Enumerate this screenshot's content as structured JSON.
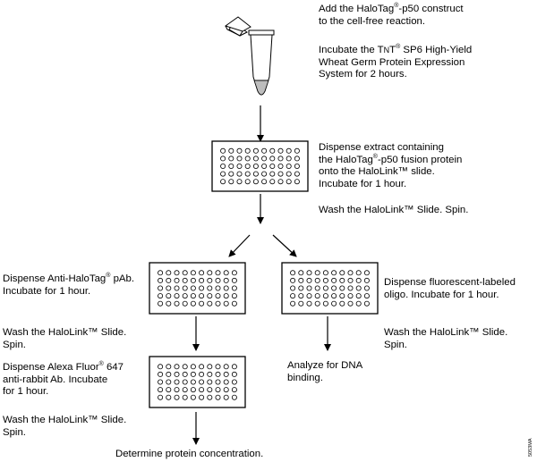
{
  "steps": {
    "s1": {
      "l1a": "Add the HaloTag",
      "l1r": "®",
      "l1b": "-p50 construct",
      "l2": "to the cell-free reaction."
    },
    "s2": {
      "l1a": "Incubate the T",
      "l1n": "N",
      "l1t": "T",
      "l1r": "®",
      "l1b": " SP6 High-Yield",
      "l2": "Wheat Germ Protein Expression",
      "l3": "System for 2 hours."
    },
    "s3": {
      "l1": "Dispense extract containing",
      "l2a": "the HaloTag",
      "l2r": "®",
      "l2b": "-p50 fusion protein",
      "l3": "onto the HaloLink™ slide.",
      "l4": "Incubate for 1 hour."
    },
    "s4": {
      "l1": "Wash the HaloLink™ Slide. Spin."
    },
    "left1": {
      "l1a": "Dispense Anti-HaloTag",
      "l1r": "®",
      "l1b": " pAb.",
      "l2": "Incubate for 1 hour."
    },
    "left2": {
      "l1": "Wash the HaloLink™ Slide.",
      "l2": "Spin."
    },
    "left3": {
      "l1a": "Dispense Alexa Fluor",
      "l1r": "®",
      "l1b": " 647",
      "l2": "anti-rabbit Ab. Incubate",
      "l3": "for 1 hour."
    },
    "left4": {
      "l1": "Wash the HaloLink™ Slide.",
      "l2": "Spin."
    },
    "right1": {
      "l1": "Dispense fluorescent-labeled",
      "l2": "oligo. Incubate for 1 hour."
    },
    "right2": {
      "l1": "Wash the HaloLink™ Slide.",
      "l2": "Spin."
    },
    "middle": {
      "l1": "Analyze for DNA",
      "l2": "binding."
    },
    "final": {
      "l1": "Determine protein concentration."
    }
  },
  "figure_code": "5053MA",
  "slide": {
    "rows": 5,
    "cols": 10
  }
}
